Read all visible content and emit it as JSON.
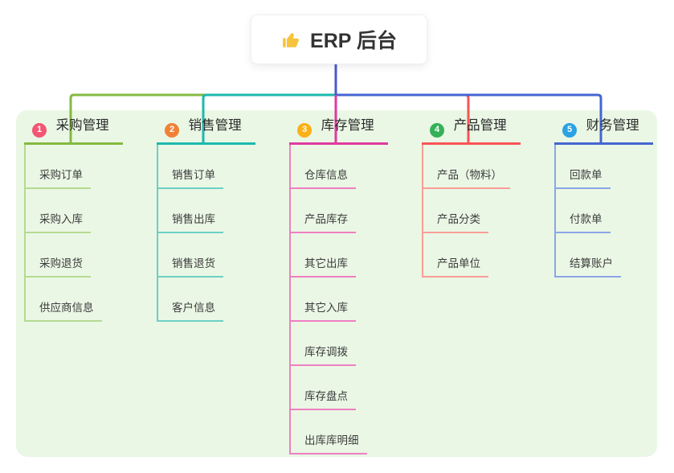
{
  "root": {
    "icon": "thumbs-up-icon",
    "label": "ERP 后台"
  },
  "colors": {
    "panel_bg": "#eaf7e5",
    "root_stem": "#4b58cd",
    "root_icon": "#f6c33c"
  },
  "branches": [
    {
      "num": "1",
      "label": "采购管理",
      "badge_color": "#f25672",
      "line_color": "#84ba42",
      "light_color": "#b5da90",
      "children": [
        "采购订单",
        "采购入库",
        "采购退货",
        "供应商信息"
      ]
    },
    {
      "num": "2",
      "label": "销售管理",
      "badge_color": "#f08137",
      "line_color": "#1db9ae",
      "light_color": "#6ecfc6",
      "children": [
        "销售订单",
        "销售出库",
        "销售退货",
        "客户信息"
      ]
    },
    {
      "num": "3",
      "label": "库存管理",
      "badge_color": "#fbb018",
      "line_color": "#e03aa0",
      "light_color": "#ef7fc2",
      "children": [
        "仓库信息",
        "产品库存",
        "其它出库",
        "其它入库",
        "库存调拨",
        "库存盘点",
        "出库库明细"
      ]
    },
    {
      "num": "4",
      "label": "产品管理",
      "badge_color": "#35b157",
      "line_color": "#fa5355",
      "light_color": "#fb9e97",
      "children": [
        "产品（物料）",
        "产品分类",
        "产品单位"
      ]
    },
    {
      "num": "5",
      "label": "财务管理",
      "badge_color": "#2aa2e3",
      "line_color": "#4466d2",
      "light_color": "#8ba6e4",
      "children": [
        "回款单",
        "付款单",
        "结算账户"
      ]
    }
  ]
}
